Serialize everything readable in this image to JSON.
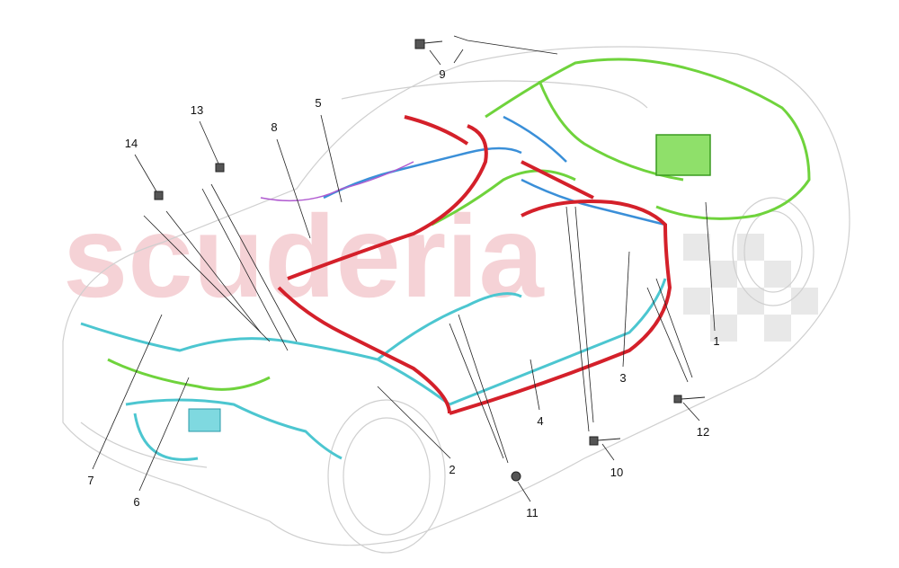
{
  "diagram": {
    "watermark": "scuderia",
    "callouts": [
      "1",
      "2",
      "3",
      "4",
      "5",
      "6",
      "7",
      "8",
      "9",
      "10",
      "11",
      "12",
      "13",
      "14"
    ],
    "colors": {
      "harness_green": "#6fd33c",
      "harness_cyan": "#4cc6d0",
      "harness_red": "#d4202a",
      "harness_blue": "#3a8fd8",
      "harness_purple": "#b05ad0",
      "outline": "#cfcfcf",
      "watermark": "#f3c8cc"
    }
  }
}
